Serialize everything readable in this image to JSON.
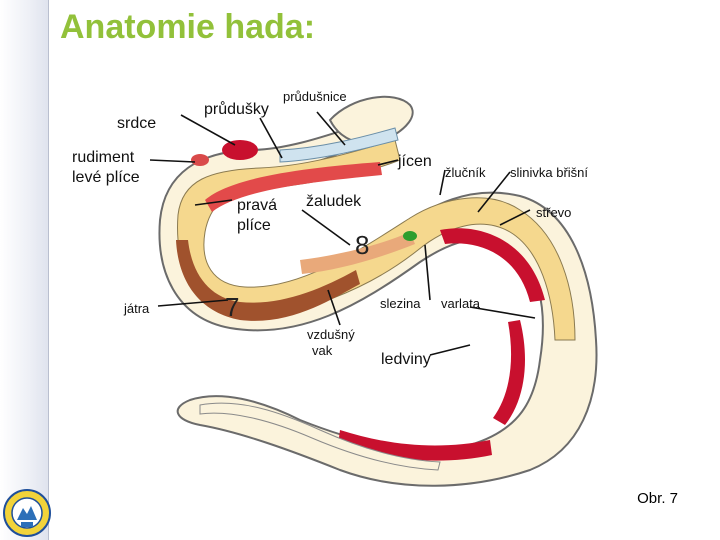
{
  "title": "Anatomie hada:",
  "labels": {
    "srdce": "srdce",
    "prudusky": "průdušky",
    "prudusnice": "průdušnice",
    "rudiment": "rudiment",
    "leve_plice": "levé plíce",
    "jicen": "jícen",
    "zlucnik": "žlučník",
    "slinivka": "slinivka břišní",
    "prava": "pravá",
    "plice": "plíce",
    "zaludek": "žaludek",
    "strevo": "střevo",
    "jatra": "játra",
    "slezina": "slezina",
    "varlata": "varlata",
    "vzdusny": "vzdušný",
    "vak": "vak",
    "ledviny": "ledviny"
  },
  "numbers": {
    "seven": "7",
    "eight": "8"
  },
  "caption": "Obr. 7",
  "colors": {
    "title": "#92c13a",
    "body_fill": "#f5d88e",
    "liver": "#a0522d",
    "organ_red": "#c8102e",
    "gallbladder": "#2e9e2e"
  },
  "icons": {
    "logo": "school-emblem-icon"
  }
}
